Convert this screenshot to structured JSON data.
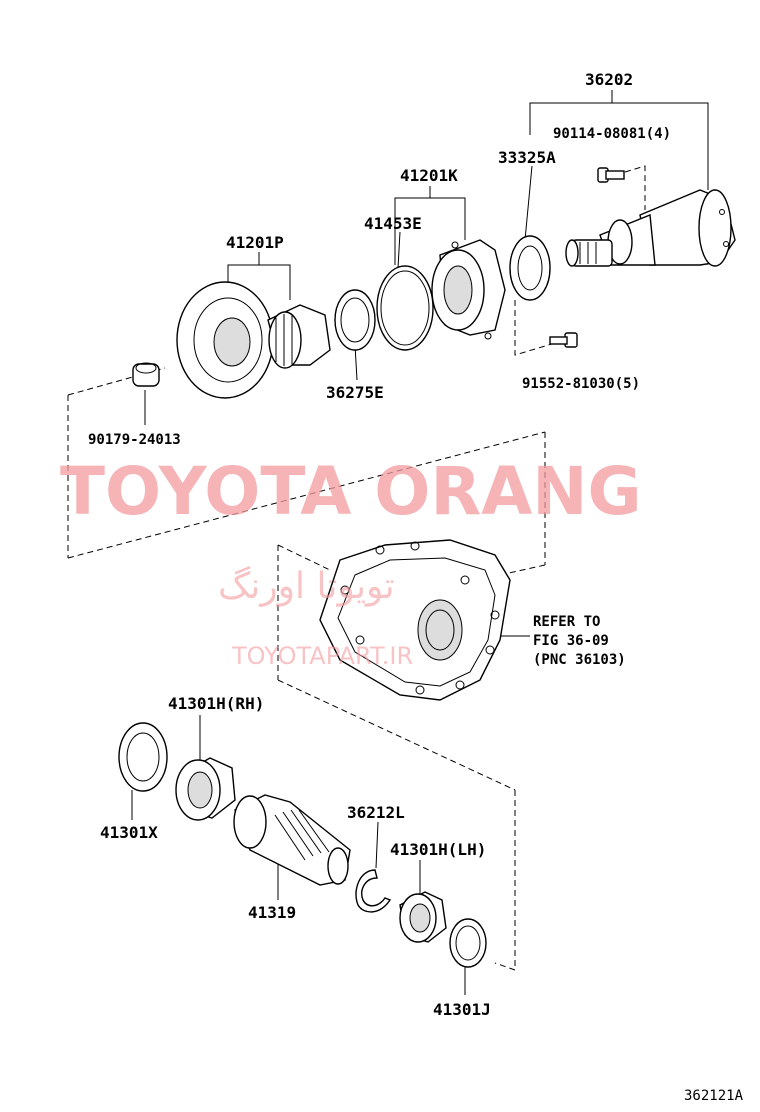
{
  "diagram": {
    "labels": {
      "p36202": "36202",
      "p90114": "90114-08081(4)",
      "p33325A": "33325A",
      "p41201K": "41201K",
      "p41453E": "41453E",
      "p41201P": "41201P",
      "p36275E": "36275E",
      "p91552": "91552-81030(5)",
      "p90179": "90179-24013",
      "refer1": "REFER TO",
      "refer2": "FIG 36-09",
      "refer3": "(PNC 36103)",
      "p41301H_RH": "41301H(RH)",
      "p41301X": "41301X",
      "p36212L": "36212L",
      "p41301H_LH": "41301H(LH)",
      "p41319": "41319",
      "p41301J": "41301J",
      "figure_id": "362121A"
    },
    "watermarks": {
      "main": "TOYOTA ORANG",
      "persian": "تویوتا اورنگ",
      "site": "TOYOTAPART.IR"
    }
  }
}
